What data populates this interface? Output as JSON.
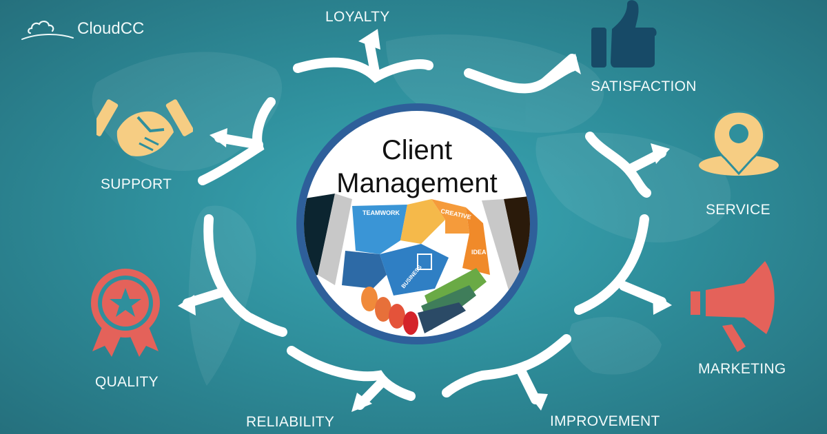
{
  "brand": {
    "logo_text": "CloudCC",
    "logo_icon": "cloud-icon"
  },
  "center": {
    "title_line1": "Client",
    "title_line2": "Management",
    "illustration": "puzzle-handshake",
    "puzzle_labels": [
      "TEAMWORK",
      "CREATIVE",
      "IDEA",
      "BUSINESS"
    ],
    "ring_color": "#2e5f9a"
  },
  "nodes": [
    {
      "label": "LOYALTY",
      "icon": "none"
    },
    {
      "label": "SATISFACTION",
      "icon": "thumbs-up-icon",
      "color": "#174a67"
    },
    {
      "label": "SERVICE",
      "icon": "map-pin-icon",
      "color": "#f6cd83"
    },
    {
      "label": "MARKETING",
      "icon": "megaphone-icon",
      "color": "#e4625a"
    },
    {
      "label": "IMPROVEMENT",
      "icon": "none"
    },
    {
      "label": "RELIABILITY",
      "icon": "none"
    },
    {
      "label": "QUALITY",
      "icon": "award-ribbon-icon",
      "color": "#e4625a"
    },
    {
      "label": "SUPPORT",
      "icon": "handshake-icon",
      "color": "#f6cd83"
    }
  ],
  "colors": {
    "background": "#2f8f9c",
    "arrows": "#ffffff",
    "text": "#f4fbfb"
  }
}
